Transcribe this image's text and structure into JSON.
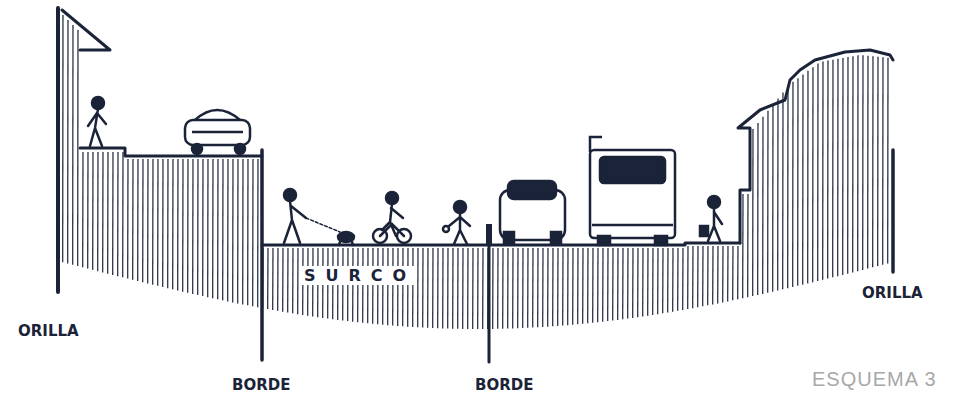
{
  "diagram": {
    "caption": "ESQUEMA 3",
    "labels": [
      "ORILLA",
      "BORDE",
      "SURCO",
      "BORDE",
      "ORILLA"
    ]
  }
}
